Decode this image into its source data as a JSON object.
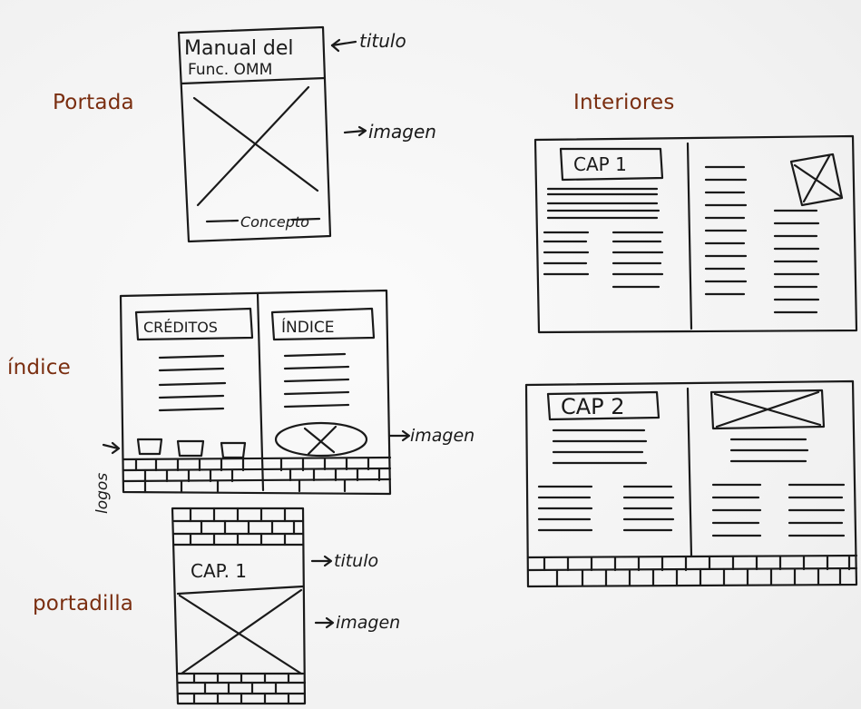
{
  "labels": {
    "portada": "Portada",
    "interiores": "Interiores",
    "indice": "índice",
    "portadilla": "portadilla"
  },
  "portada": {
    "title_line1": "Manual del",
    "title_line2": "Func. OMM",
    "annot_titulo": "titulo",
    "annot_imagen": "imagen",
    "concepto": "Concepto"
  },
  "indice_spread": {
    "left_header": "CRÉDITOS",
    "right_header": "ÍNDICE",
    "annot_imagen": "imagen",
    "annot_logos": "logos"
  },
  "portadilla": {
    "cap": "CAP. 1",
    "annot_titulo": "titulo",
    "annot_imagen": "imagen"
  },
  "interiores": {
    "spread1_header": "CAP 1",
    "spread2_header": "CAP 2"
  }
}
